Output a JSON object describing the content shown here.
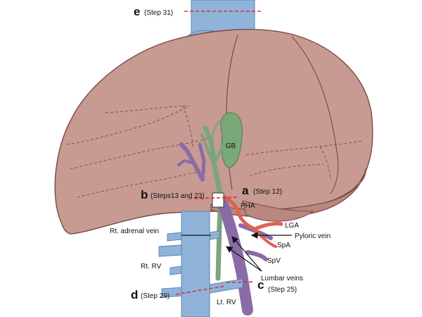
{
  "colors": {
    "liver_fill": "#c79a92",
    "liver_stroke": "#7a4a45",
    "vessel_blue": "#8fb3d9",
    "vessel_blue_dark": "#5e86b5",
    "bile_green": "#7aa57f",
    "portal_purple": "#8b6ba6",
    "artery_red": "#e0614f",
    "gallbladder": "#78a977",
    "cut_line": "#e03030"
  },
  "icons": [
    "arrow-icon"
  ],
  "labels": {
    "e_letter": "e",
    "e_step": "(Step 31)",
    "a_letter": "a",
    "a_step": "(Step 12)",
    "b_letter": "b",
    "b_step": "(Steps13 and 23)",
    "c_letter": "c",
    "c_step": "(Step 25)",
    "d_letter": "d",
    "d_step": "(Step 29)",
    "gb": "GB",
    "pha": "PHA",
    "lga": "LGA",
    "pyloric_vein": "Pyloric vein",
    "spa": "SpA",
    "spv": "SpV",
    "rt_adrenal_vein": "Rt. adrenal vein",
    "rt_rv": "Rt. RV",
    "lt_rv": "Lt. RV",
    "lumbar_veins": "Lumbar veins"
  }
}
